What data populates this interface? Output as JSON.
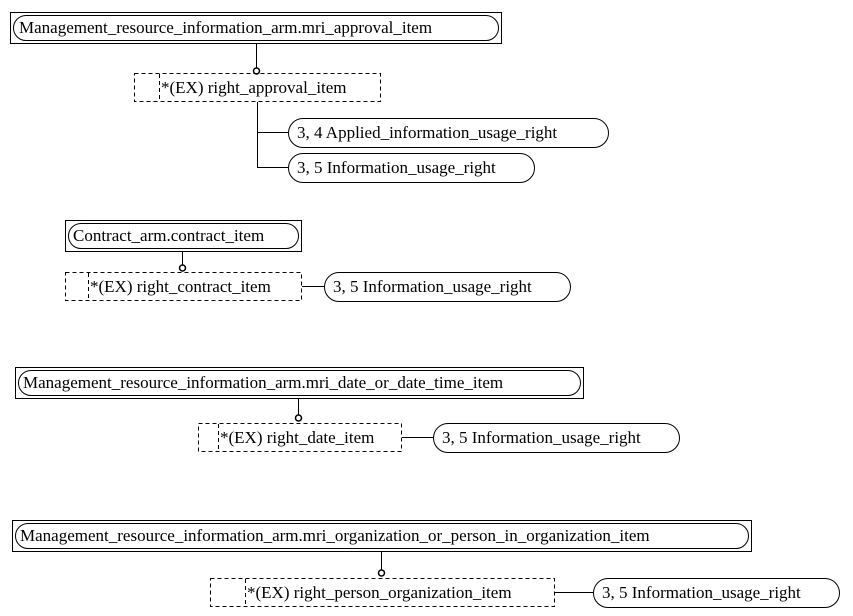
{
  "groups": [
    {
      "select_type": "Management_resource_information_arm.mri_approval_item",
      "extension": "*(EX) right_approval_item",
      "targets": [
        "3, 4 Applied_information_usage_right",
        "3, 5 Information_usage_right"
      ]
    },
    {
      "select_type": "Contract_arm.contract_item",
      "extension": "*(EX) right_contract_item",
      "targets": [
        "3, 5 Information_usage_right"
      ]
    },
    {
      "select_type": "Management_resource_information_arm.mri_date_or_date_time_item",
      "extension": "*(EX) right_date_item",
      "targets": [
        "3, 5 Information_usage_right"
      ]
    },
    {
      "select_type": "Management_resource_information_arm.mri_organization_or_person_in_organization_item",
      "extension": "*(EX) right_person_organization_item",
      "targets": [
        "3, 5 Information_usage_right"
      ]
    }
  ]
}
